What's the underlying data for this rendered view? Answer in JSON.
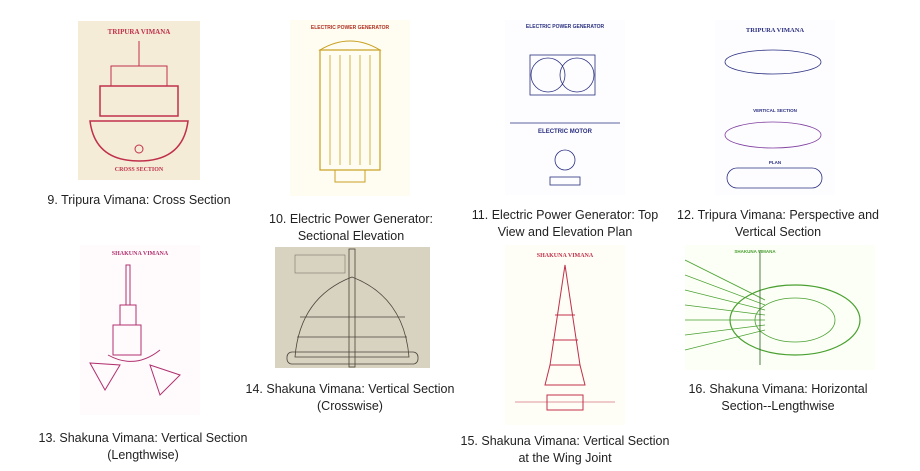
{
  "figures": [
    {
      "number": "9",
      "caption": [
        "9. Tripura Vimana: Cross Section"
      ],
      "drawing_title": "TRIPURA VIMANA",
      "drawing_subtitle": "CROSS SECTION"
    },
    {
      "number": "10",
      "caption": [
        "10. Electric Power Generator:",
        "Sectional Elevation"
      ],
      "drawing_title": "ELECTRIC POWER GENERATOR"
    },
    {
      "number": "11",
      "caption": [
        "11. Electric Power Generator: Top",
        "View and Elevation Plan"
      ],
      "drawing_title": "ELECTRIC POWER GENERATOR",
      "drawing_subtitle": "ELECTRIC MOTOR"
    },
    {
      "number": "12",
      "caption": [
        "12. Tripura Vimana: Perspective and",
        "Vertical Section"
      ],
      "drawing_title": "TRIPURA VIMANA",
      "drawing_subtitle": "VERTICAL SECTION",
      "drawing_plan": "PLAN"
    },
    {
      "number": "13",
      "caption": [
        "13. Shakuna Vimana: Vertical Section",
        "(Lengthwise)"
      ],
      "drawing_title": "SHAKUNA VIMANA"
    },
    {
      "number": "14",
      "caption": [
        "14. Shakuna Vimana: Vertical Section",
        "(Crosswise)"
      ]
    },
    {
      "number": "15",
      "caption": [
        "15. Shakuna Vimana: Vertical Section",
        "at the Wing Joint"
      ],
      "drawing_title": "SHAKUNA VIMANA"
    },
    {
      "number": "16",
      "caption": [
        "16. Shakuna Vimana: Horizontal",
        "Section--Lengthwise"
      ],
      "drawing_title": "SHAKUNA VIMANA"
    }
  ],
  "colors": {
    "red_ink": "#c0304a",
    "cream": "#f5ecd8",
    "yellow_ink": "#c8a020",
    "blue_ink": "#2a2f80",
    "magenta_ink": "#b0306e",
    "green_ink": "#4aa030",
    "sepia": "#d8d2c0"
  }
}
